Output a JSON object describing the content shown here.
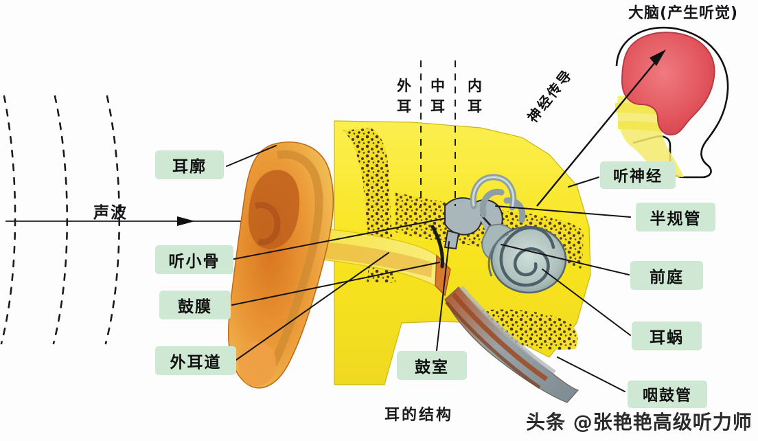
{
  "figure": {
    "caption": "耳的结构",
    "watermark": "头条 @张艳艳高级听力师",
    "accent_label_bg": "#cfe8d4",
    "pinna_color": "#e8903c",
    "bone_color": "#f7e21f",
    "brain_color": "#e05a62",
    "cochlea_color": "#b9c9c4"
  },
  "zones": {
    "outer": "外\n耳",
    "outer_l1": "外",
    "outer_l2": "耳",
    "middle_l1": "中",
    "middle_l2": "耳",
    "inner_l1": "内",
    "inner_l2": "耳"
  },
  "annotations": {
    "sound_wave": "声波",
    "brain": "大脑(产生听觉)",
    "nerve_conduction": "神经传导"
  },
  "labels": [
    {
      "id": "auricle",
      "text": "耳廓"
    },
    {
      "id": "ossicles",
      "text": "听小骨"
    },
    {
      "id": "eardrum",
      "text": "鼓膜"
    },
    {
      "id": "ear-canal",
      "text": "外耳道"
    },
    {
      "id": "tympanic-cavity",
      "text": "鼓室"
    },
    {
      "id": "auditory-nerve",
      "text": "听神经"
    },
    {
      "id": "semicircular-canals",
      "text": "半规管"
    },
    {
      "id": "vestibule",
      "text": "前庭"
    },
    {
      "id": "cochlea",
      "text": "耳蜗"
    },
    {
      "id": "eustachian-tube",
      "text": "咽鼓管"
    }
  ]
}
